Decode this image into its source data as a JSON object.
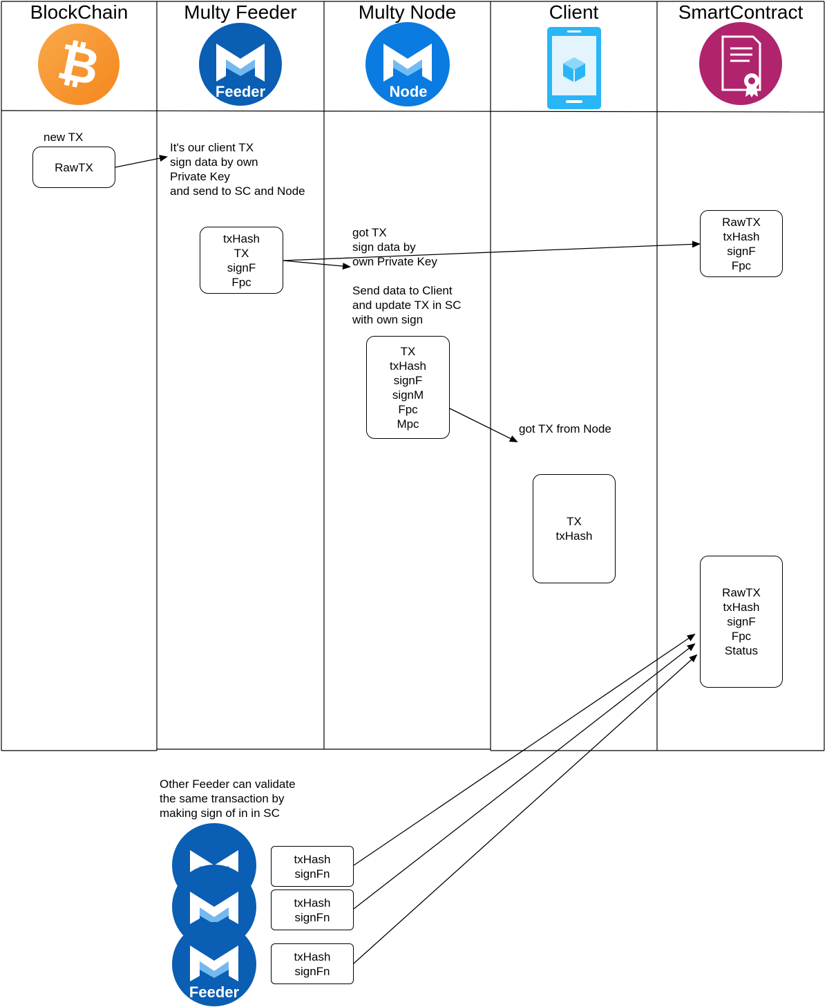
{
  "lanes": [
    {
      "id": "blockchain",
      "title": "BlockChain"
    },
    {
      "id": "feeder",
      "title": "Multy Feeder"
    },
    {
      "id": "node",
      "title": "Multy Node"
    },
    {
      "id": "client",
      "title": "Client"
    },
    {
      "id": "sc",
      "title": "SmartContract"
    }
  ],
  "icons": {
    "blockchain": {
      "name": "bitcoin-icon",
      "glyph": "₿",
      "color": "#f7931a"
    },
    "feeder": {
      "name": "multy-feeder-icon",
      "badge": "Feeder",
      "color": "#0a5eb4"
    },
    "node": {
      "name": "multy-node-icon",
      "badge": "Node",
      "color": "#0a7be0"
    },
    "client": {
      "name": "mobile-client-icon",
      "color": "#29b6f6"
    },
    "sc": {
      "name": "smart-contract-icon",
      "color": "#b0246e"
    }
  },
  "labels": {
    "new_tx": "new TX",
    "feeder_note": [
      "It's our client TX",
      "sign data by own",
      "Private Key",
      "and send to SC and Node"
    ],
    "node_got": [
      "got TX",
      "sign data by",
      "own Private Key"
    ],
    "node_send": [
      "Send data to Client",
      "and update TX in SC",
      "with own sign"
    ],
    "client_got": "got TX from Node",
    "other_feeder": [
      "Other Feeder can validate",
      "the same transaction by",
      "making sign of in in SC"
    ]
  },
  "boxes": {
    "rawtx": [
      "RawTX"
    ],
    "feeder_box": [
      "txHash",
      "TX",
      "signF",
      "Fpc"
    ],
    "sc_box1": [
      "RawTX",
      "txHash",
      "signF",
      "Fpc"
    ],
    "node_box": [
      "TX",
      "txHash",
      "signF",
      "signM",
      "Fpc",
      "Mpc"
    ],
    "client_box": [
      "TX",
      "txHash"
    ],
    "sc_box2": [
      "RawTX",
      "txHash",
      "signF",
      "Fpc",
      "Status"
    ],
    "sign_box1": [
      "txHash",
      "signFn"
    ],
    "sign_box2": [
      "txHash",
      "signFn"
    ],
    "sign_box3": [
      "txHash",
      "signFn"
    ]
  }
}
